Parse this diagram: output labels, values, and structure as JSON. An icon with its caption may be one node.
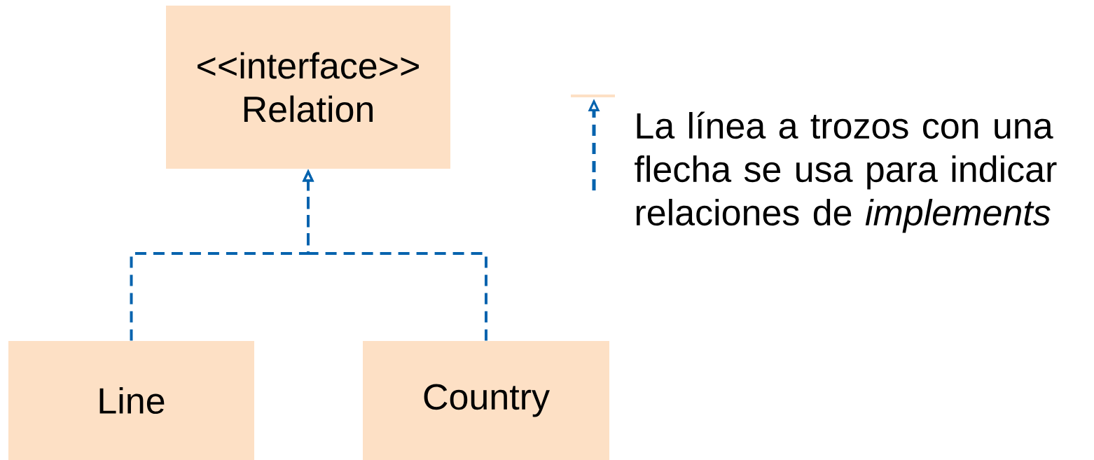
{
  "diagram": {
    "nodes": [
      {
        "text": [
          "<<interface>> Relation"
        ]
      },
      {
        "text": [
          "Line"
        ]
      },
      {
        "text": [
          "Country"
        ]
      }
    ],
    "edges": [
      {
        "from": 1,
        "to": 0,
        "arrow": "to",
        "style": "dashed"
      },
      {
        "from": 2,
        "to": 0,
        "arrow": "to",
        "style": "dashed"
      }
    ],
    "legend": [
      {
        "text": "La línea a trozos con una flecha se usa para indicar relaciones de *implements*"
      }
    ]
  }
}
